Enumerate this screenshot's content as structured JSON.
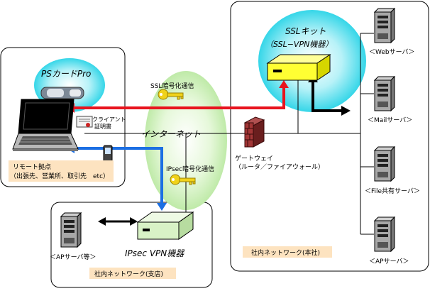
{
  "labels": {
    "ps_card": "PSカードPro",
    "ssl_kit": "SSLキット",
    "ssl_vpn": "（SSL−VPN機器）",
    "ssl_comm": "SSL暗号化通信",
    "internet": "インターネット",
    "ipsec_comm": "IPsec暗号化通信",
    "client_cert_1": "クライアント",
    "client_cert_2": "証明書",
    "gateway_1": "ゲートウェイ",
    "gateway_2": "（ルータ／ファイアウォール）",
    "remote_1": "リモート拠点",
    "remote_2": "（出張先、営業所、取引先　etc）",
    "ipsec_vpn": "IPsec  VPN機器",
    "branch_network": "社内ネットワーク(支店)",
    "ap_server_branch": "＜APサーバ等＞",
    "hq_network": "社内ネットワーク(本社)",
    "web_server": "＜Webサーバ＞",
    "mail_server": "＜Mailサーバ＞",
    "file_server": "＜File共有サーバ＞",
    "ap_server_hq": "＜APサーバ＞"
  },
  "colors": {
    "ssl_arrow": "#e8141e",
    "ipsec_arrow": "#1c6fe3",
    "cyan_halo": "#3fd8ea",
    "green_halo": "#c8f0b4",
    "device_yellow": "#ffff33",
    "device_green": "#d8f2c6",
    "label_orange": "#fde3c0"
  }
}
